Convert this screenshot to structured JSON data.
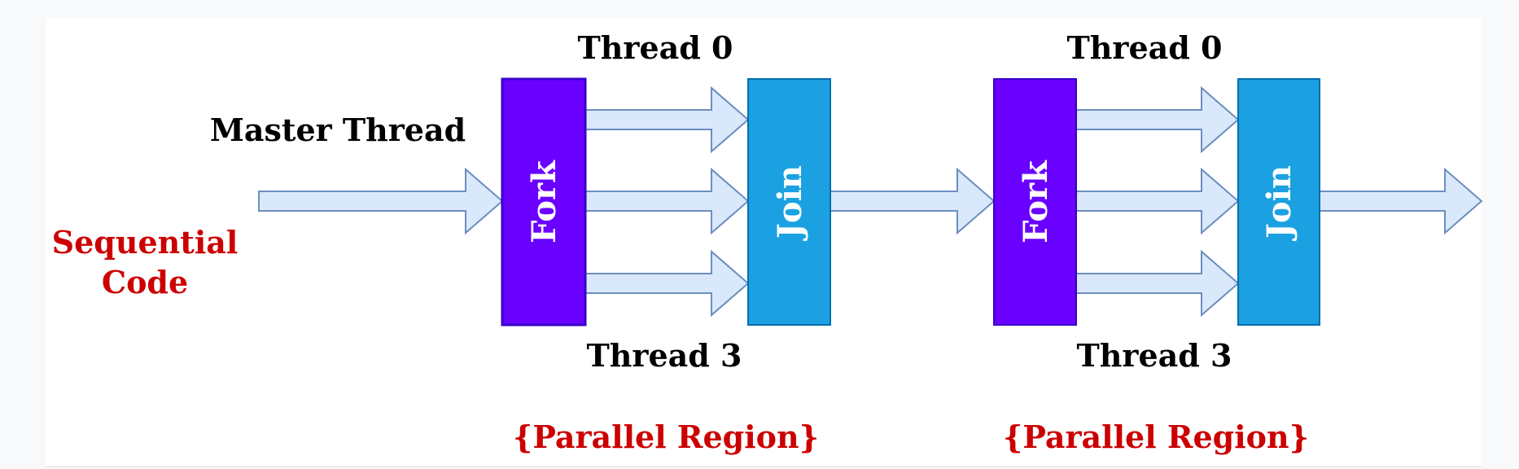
{
  "diagram": {
    "master_thread_label": "Master Thread",
    "sequential_label_line1": "Sequential",
    "sequential_label_line2": "Code",
    "regions": [
      {
        "top_thread_label": "Thread 0",
        "bottom_thread_label": "Thread 3",
        "fork_label": "Fork",
        "join_label": "Join",
        "region_label": "{Parallel Region}"
      },
      {
        "top_thread_label": "Thread 0",
        "bottom_thread_label": "Thread 3",
        "fork_label": "Fork",
        "join_label": "Join",
        "region_label": "{Parallel Region}"
      }
    ]
  },
  "colors": {
    "fork_fill": "#6a00ff",
    "fork_stroke": "#3700cc",
    "join_fill": "#1ba1e2",
    "join_stroke": "#006eaf",
    "arrow_fill": "#dae8fc",
    "arrow_stroke": "#6c8ebf",
    "red_text": "#cc0000"
  }
}
